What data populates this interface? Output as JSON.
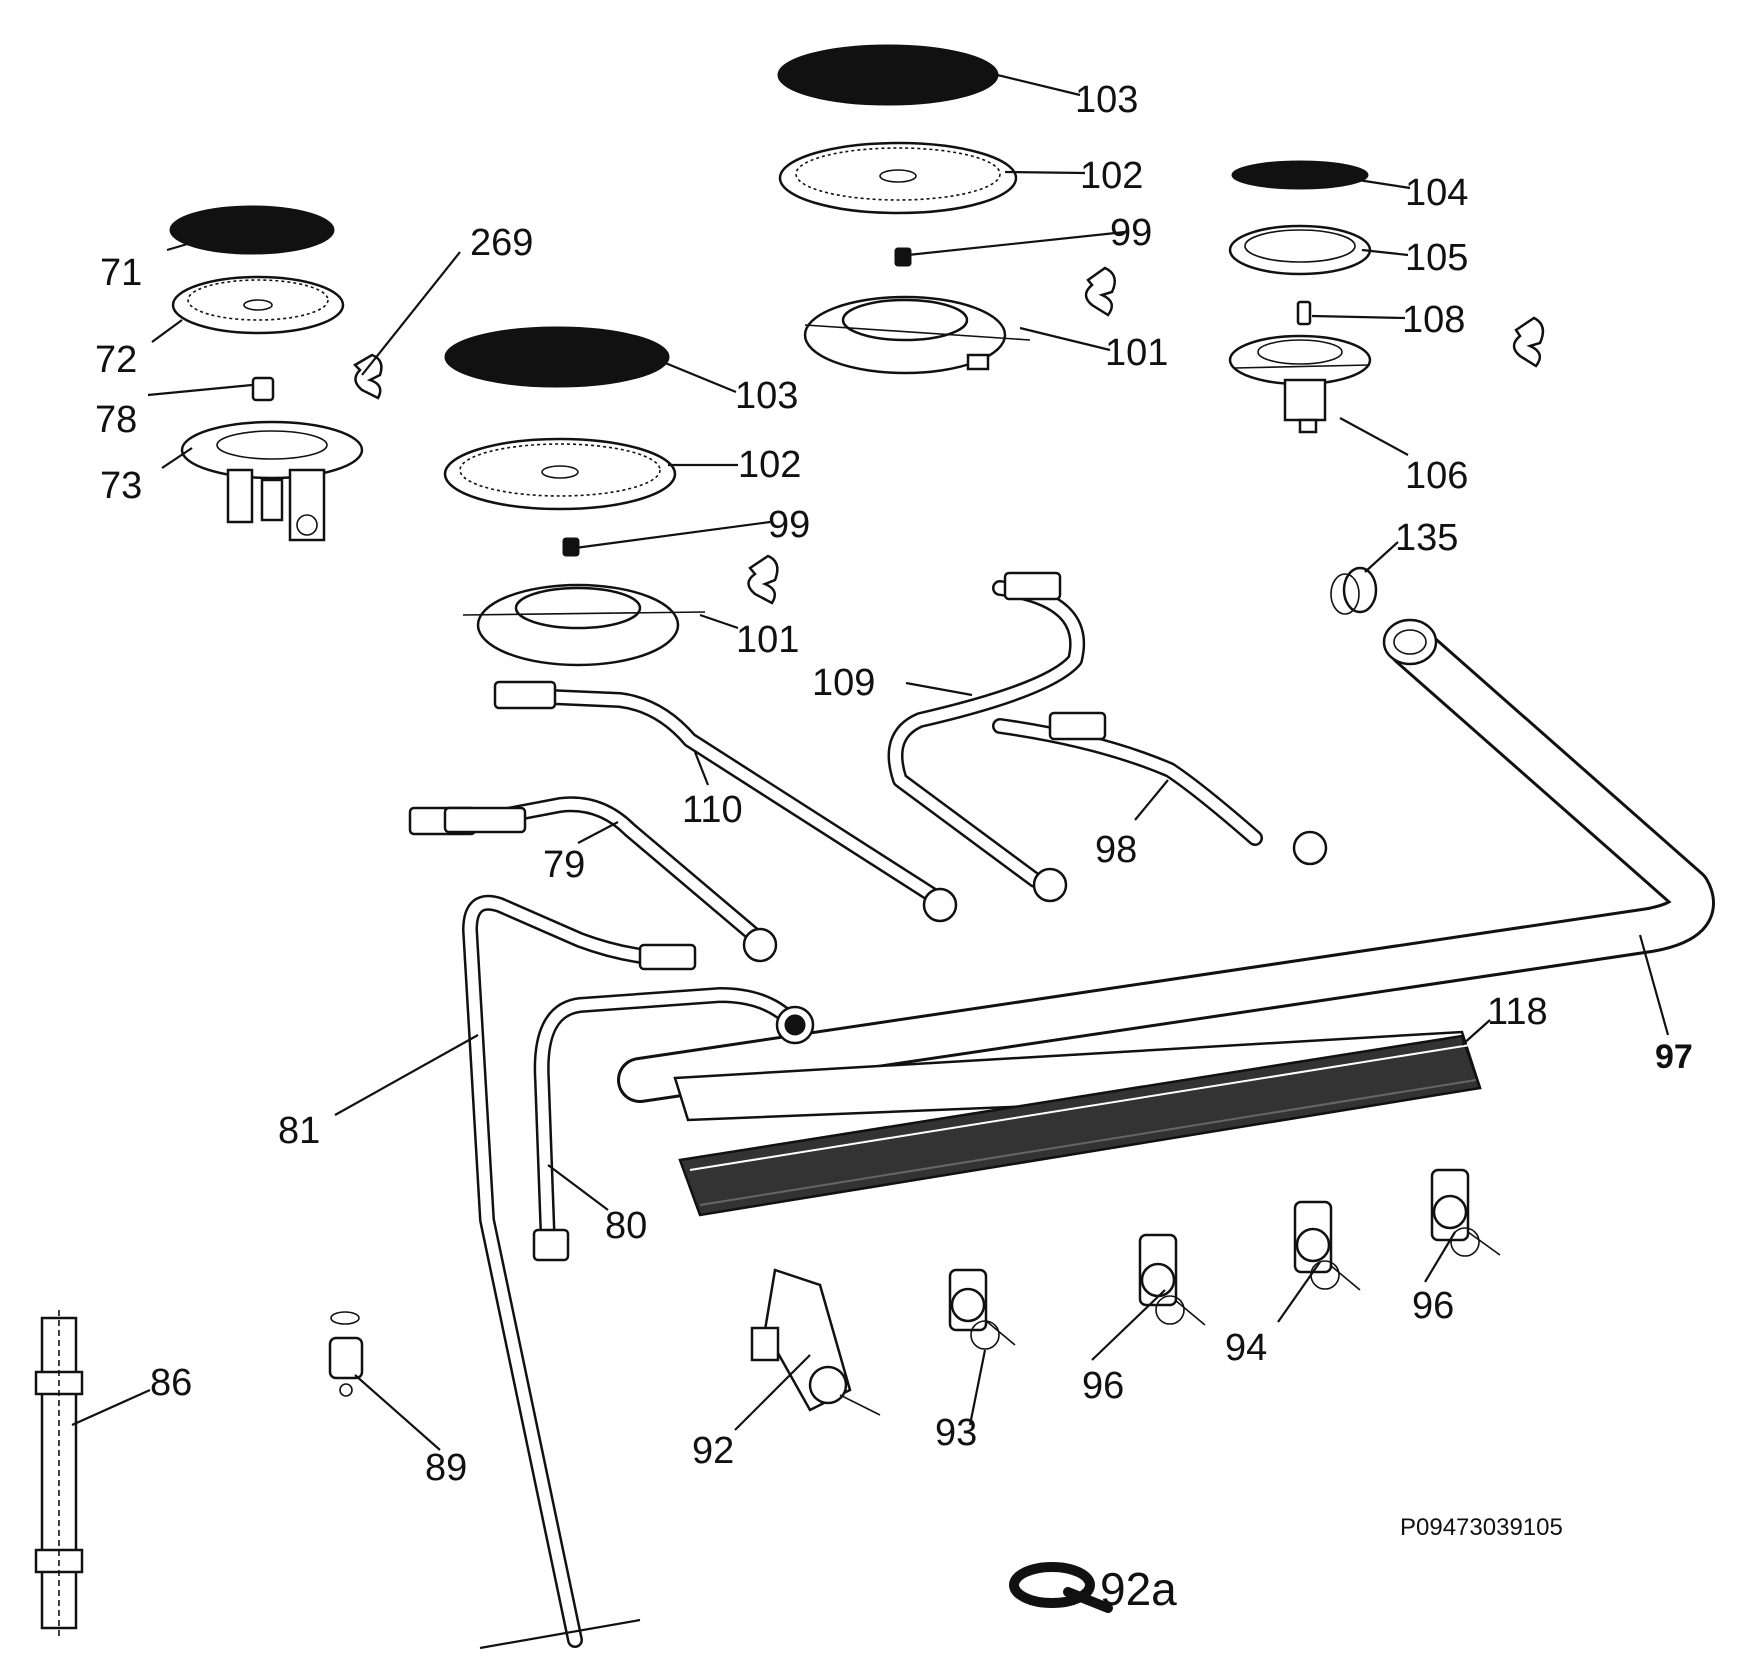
{
  "labels": {
    "l71": "71",
    "l72": "72",
    "l78": "78",
    "l73": "73",
    "l269": "269",
    "l103a": "103",
    "l102a": "102",
    "l99a": "99",
    "l101a": "101",
    "l103b": "103",
    "l102b": "102",
    "l99b": "99",
    "l101b": "101",
    "l104": "104",
    "l105": "105",
    "l108": "108",
    "l106": "106",
    "l135": "135",
    "l109": "109",
    "l110": "110",
    "l79": "79",
    "l98": "98",
    "l97": "97",
    "l118": "118",
    "l81": "81",
    "l80": "80",
    "l86": "86",
    "l89": "89",
    "l92": "92",
    "l93": "93",
    "l96a": "96",
    "l94": "94",
    "l96b": "96"
  },
  "drawing_code": "P09473039105",
  "logo_suffix": "92a"
}
